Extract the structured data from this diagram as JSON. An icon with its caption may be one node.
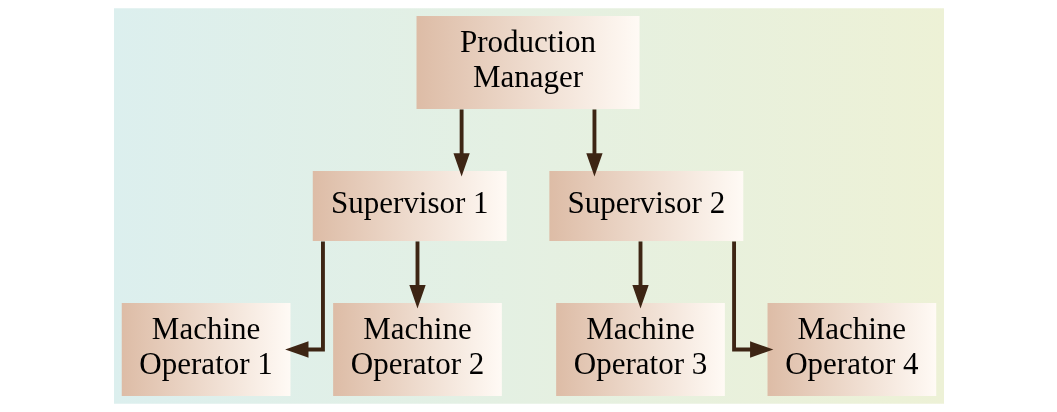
{
  "diagram": {
    "nodes": [
      {
        "text": [
          "Production Manager"
        ]
      },
      {
        "text": [
          "Supervisor 1"
        ]
      },
      {
        "text": [
          "Supervisor 2"
        ]
      },
      {
        "text": [
          "Machine Operator 1"
        ]
      },
      {
        "text": [
          "Machine Operator 2"
        ]
      },
      {
        "text": [
          "Machine Operator 3"
        ]
      },
      {
        "text": [
          "Machine Operator 4"
        ]
      }
    ],
    "edges": [
      {
        "from": 0,
        "to": 1,
        "arrow": "to"
      },
      {
        "from": 0,
        "to": 2,
        "arrow": "to"
      },
      {
        "from": 1,
        "to": 3,
        "arrow": "to"
      },
      {
        "from": 1,
        "to": 4,
        "arrow": "to"
      },
      {
        "from": 2,
        "to": 5,
        "arrow": "to"
      },
      {
        "from": 2,
        "to": 6,
        "arrow": "to"
      }
    ]
  }
}
